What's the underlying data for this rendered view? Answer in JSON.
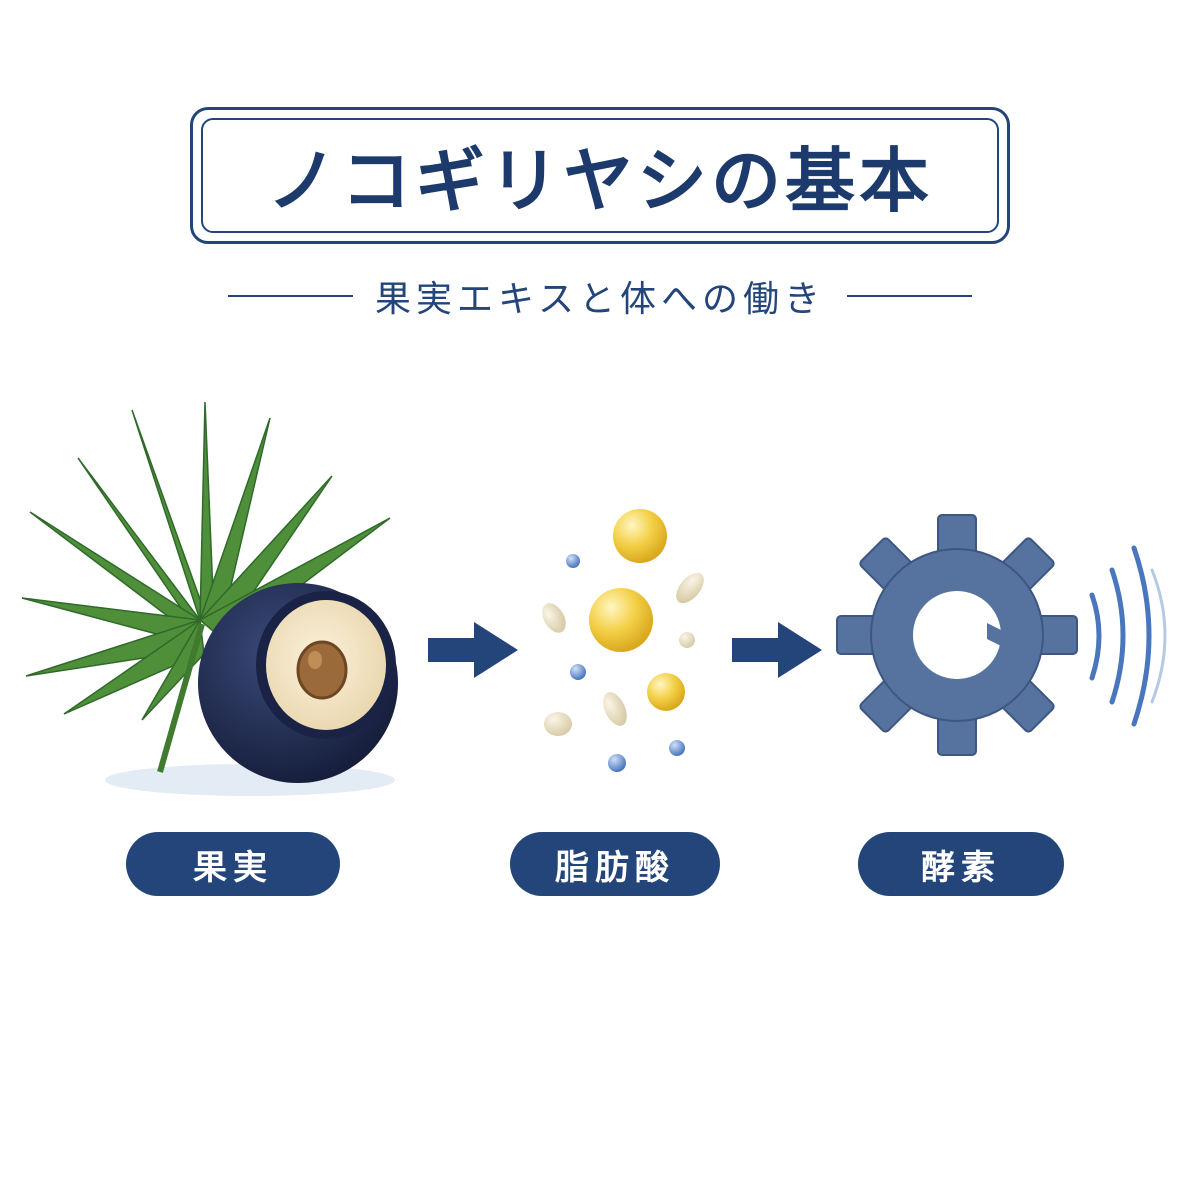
{
  "title": "ノコギリヤシの基本",
  "subtitle": "果実エキスと体への働き",
  "steps": [
    {
      "label": "果実",
      "icon": "saw-palmetto-fruit-icon"
    },
    {
      "label": "脂肪酸",
      "icon": "fatty-acid-molecules-icon"
    },
    {
      "label": "酵素",
      "icon": "enzyme-gear-icon"
    }
  ],
  "colors": {
    "navy": "#23457a",
    "leaf_green": "#4f8f3a",
    "fruit_dark": "#1f2a4d",
    "fruit_flesh": "#f1e4c6",
    "seed": "#9a6a3a",
    "molecule_yellow": "#f3cf45",
    "molecule_blue": "#5b86c8",
    "gear": "#56729e"
  }
}
